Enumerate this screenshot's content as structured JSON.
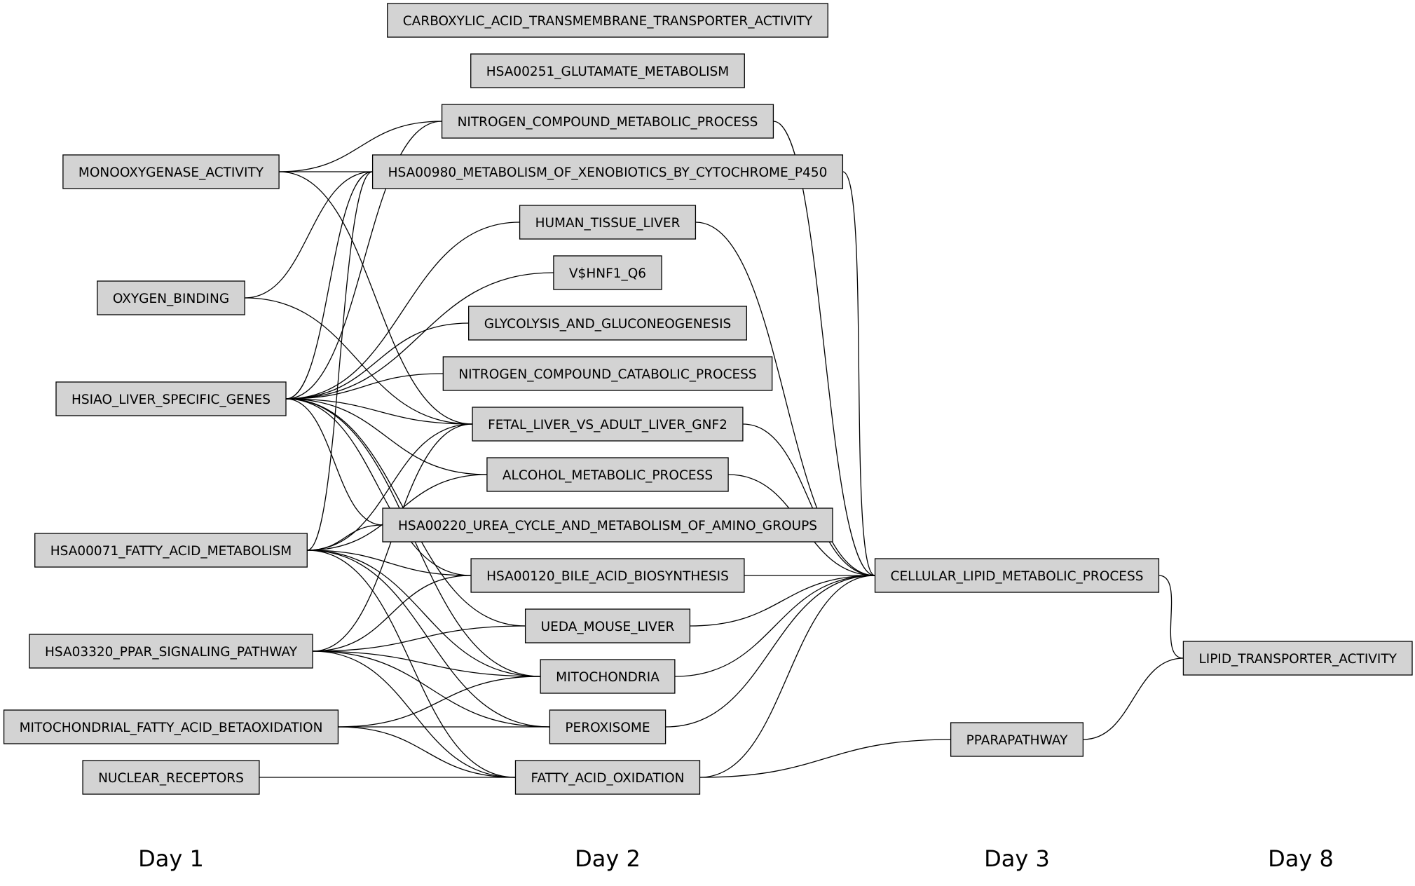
{
  "columns": [
    {
      "id": "day1",
      "label": "Day 1"
    },
    {
      "id": "day2",
      "label": "Day 2"
    },
    {
      "id": "day3",
      "label": "Day 3"
    },
    {
      "id": "day8",
      "label": "Day 8"
    }
  ],
  "nodes": [
    {
      "id": "carboxylic",
      "label": "CARBOXYLIC_ACID_TRANSMEMBRANE_TRANSPORTER_ACTIVITY",
      "column": "day2"
    },
    {
      "id": "hsa00251",
      "label": "HSA00251_GLUTAMATE_METABOLISM",
      "column": "day2"
    },
    {
      "id": "nitrogen_met",
      "label": "NITROGEN_COMPOUND_METABOLIC_PROCESS",
      "column": "day2"
    },
    {
      "id": "monooxygenase",
      "label": "MONOOXYGENASE_ACTIVITY",
      "column": "day1"
    },
    {
      "id": "hsa00980",
      "label": "HSA00980_METABOLISM_OF_XENOBIOTICS_BY_CYTOCHROME_P450",
      "column": "day2"
    },
    {
      "id": "human_liver",
      "label": "HUMAN_TISSUE_LIVER",
      "column": "day2"
    },
    {
      "id": "hnf1",
      "label": "V$HNF1_Q6",
      "column": "day2"
    },
    {
      "id": "oxygen",
      "label": "OXYGEN_BINDING",
      "column": "day1"
    },
    {
      "id": "glycolysis",
      "label": "GLYCOLYSIS_AND_GLUCONEOGENESIS",
      "column": "day2"
    },
    {
      "id": "nitrogen_cat",
      "label": "NITROGEN_COMPOUND_CATABOLIC_PROCESS",
      "column": "day2"
    },
    {
      "id": "hsiao",
      "label": "HSIAO_LIVER_SPECIFIC_GENES",
      "column": "day1"
    },
    {
      "id": "fetal",
      "label": "FETAL_LIVER_VS_ADULT_LIVER_GNF2",
      "column": "day2"
    },
    {
      "id": "alcohol",
      "label": "ALCOHOL_METABOLIC_PROCESS",
      "column": "day2"
    },
    {
      "id": "hsa00220",
      "label": "HSA00220_UREA_CYCLE_AND_METABOLISM_OF_AMINO_GROUPS",
      "column": "day2"
    },
    {
      "id": "hsa00071",
      "label": "HSA00071_FATTY_ACID_METABOLISM",
      "column": "day1"
    },
    {
      "id": "hsa00120",
      "label": "HSA00120_BILE_ACID_BIOSYNTHESIS",
      "column": "day2"
    },
    {
      "id": "cellular_lipid",
      "label": "CELLULAR_LIPID_METABOLIC_PROCESS",
      "column": "day3"
    },
    {
      "id": "ueda",
      "label": "UEDA_MOUSE_LIVER",
      "column": "day2"
    },
    {
      "id": "hsa03320",
      "label": "HSA03320_PPAR_SIGNALING_PATHWAY",
      "column": "day1"
    },
    {
      "id": "lipid_transporter",
      "label": "LIPID_TRANSPORTER_ACTIVITY",
      "column": "day8"
    },
    {
      "id": "mitochondria",
      "label": "MITOCHONDRIA",
      "column": "day2"
    },
    {
      "id": "mito_beta",
      "label": "MITOCHONDRIAL_FATTY_ACID_BETAOXIDATION",
      "column": "day1"
    },
    {
      "id": "peroxisome",
      "label": "PEROXISOME",
      "column": "day2"
    },
    {
      "id": "ppara",
      "label": "PPARAPATHWAY",
      "column": "day3"
    },
    {
      "id": "nuclear",
      "label": "NUCLEAR_RECEPTORS",
      "column": "day1"
    },
    {
      "id": "fatty_ox",
      "label": "FATTY_ACID_OXIDATION",
      "column": "day2"
    }
  ],
  "edges": [
    [
      "monooxygenase",
      "nitrogen_met"
    ],
    [
      "monooxygenase",
      "hsa00980"
    ],
    [
      "monooxygenase",
      "fetal"
    ],
    [
      "oxygen",
      "hsa00980"
    ],
    [
      "oxygen",
      "fetal"
    ],
    [
      "hsiao",
      "nitrogen_met"
    ],
    [
      "hsiao",
      "hsa00980"
    ],
    [
      "hsiao",
      "human_liver"
    ],
    [
      "hsiao",
      "hnf1"
    ],
    [
      "hsiao",
      "glycolysis"
    ],
    [
      "hsiao",
      "nitrogen_cat"
    ],
    [
      "hsiao",
      "fetal"
    ],
    [
      "hsiao",
      "alcohol"
    ],
    [
      "hsiao",
      "hsa00220"
    ],
    [
      "hsiao",
      "hsa00120"
    ],
    [
      "hsiao",
      "ueda"
    ],
    [
      "hsiao",
      "mitochondria"
    ],
    [
      "hsa00071",
      "hsa00980"
    ],
    [
      "hsa00071",
      "fetal"
    ],
    [
      "hsa00071",
      "alcohol"
    ],
    [
      "hsa00071",
      "hsa00220"
    ],
    [
      "hsa00071",
      "hsa00120"
    ],
    [
      "hsa00071",
      "mitochondria"
    ],
    [
      "hsa00071",
      "peroxisome"
    ],
    [
      "hsa00071",
      "fatty_ox"
    ],
    [
      "hsa03320",
      "fetal"
    ],
    [
      "hsa03320",
      "hsa00120"
    ],
    [
      "hsa03320",
      "ueda"
    ],
    [
      "hsa03320",
      "mitochondria"
    ],
    [
      "hsa03320",
      "peroxisome"
    ],
    [
      "hsa03320",
      "fatty_ox"
    ],
    [
      "mito_beta",
      "mitochondria"
    ],
    [
      "mito_beta",
      "peroxisome"
    ],
    [
      "mito_beta",
      "fatty_ox"
    ],
    [
      "nuclear",
      "fatty_ox"
    ],
    [
      "nitrogen_met",
      "cellular_lipid"
    ],
    [
      "hsa00980",
      "cellular_lipid"
    ],
    [
      "human_liver",
      "cellular_lipid"
    ],
    [
      "fetal",
      "cellular_lipid"
    ],
    [
      "alcohol",
      "cellular_lipid"
    ],
    [
      "hsa00120",
      "cellular_lipid"
    ],
    [
      "ueda",
      "cellular_lipid"
    ],
    [
      "mitochondria",
      "cellular_lipid"
    ],
    [
      "peroxisome",
      "cellular_lipid"
    ],
    [
      "fatty_ox",
      "cellular_lipid"
    ],
    [
      "fatty_ox",
      "ppara"
    ],
    [
      "cellular_lipid",
      "lipid_transporter"
    ],
    [
      "ppara",
      "lipid_transporter"
    ]
  ]
}
